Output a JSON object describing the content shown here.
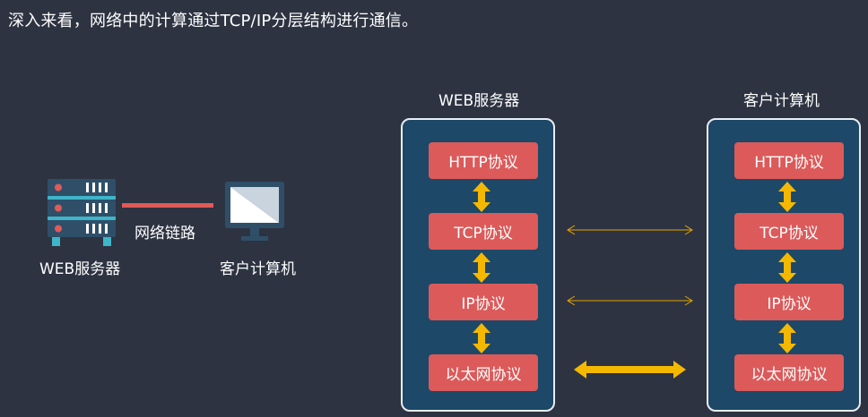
{
  "headline": "深入来看，网络中的计算通过TCP/IP分层结构进行通信。",
  "left_diagram": {
    "server_label": "WEB服务器",
    "client_label": "客户计算机",
    "link_label": "网络链路"
  },
  "stacks": {
    "server": {
      "title": "WEB服务器",
      "layers": [
        "HTTP协议",
        "TCP协议",
        "IP协议",
        "以太网协议"
      ]
    },
    "client": {
      "title": "客户计算机",
      "layers": [
        "HTTP协议",
        "TCP协议",
        "IP协议",
        "以太网协议"
      ]
    }
  },
  "colors": {
    "background": "#2d3341",
    "stack_fill": "#1d4867",
    "protocol_fill": "#dc5a5a",
    "arrow": "#f5b800",
    "link": "#e05a58"
  }
}
